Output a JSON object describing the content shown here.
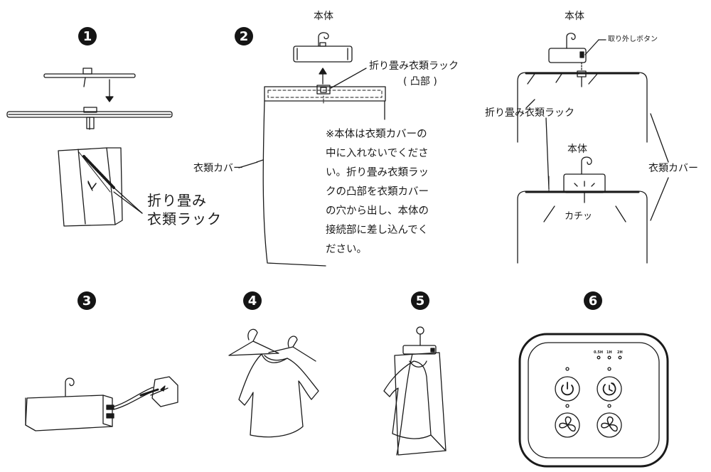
{
  "steps": {
    "s1": "1",
    "s2": "2",
    "s3": "3",
    "s4": "4",
    "s5": "5",
    "s6": "6"
  },
  "step1": {
    "rack_label": [
      "折り畳み",
      "衣類ラック"
    ]
  },
  "step2": {
    "body_label": "本体",
    "rack_label": "折り畳み衣類ラック",
    "protrusion_label": "( 凸部 )",
    "cover_label": "衣類カバー",
    "note_lines": [
      "※本体は衣類カバーの",
      "中に入れないでくださ",
      "い。折り畳み衣類ラッ",
      "クの凸部を衣類カバー",
      "の穴から出し、本体の",
      "接続部に差し込んでく",
      "ださい。"
    ]
  },
  "step2_right": {
    "body_label_top": "本体",
    "release_button_label": "取り外しボタン",
    "rack_label": "折り畳み衣類ラック",
    "body_label_bottom": "本体",
    "cover_label": "衣類カバー",
    "click_label": "カチッ"
  },
  "step6": {
    "timer_labels": [
      "0.5H",
      "1H",
      "2H"
    ]
  },
  "icons": [
    "power-icon",
    "timer-icon",
    "fan-icon",
    "fan-low-icon"
  ],
  "colors": {
    "ink": "#1a1a1a",
    "badge": "#151515"
  }
}
